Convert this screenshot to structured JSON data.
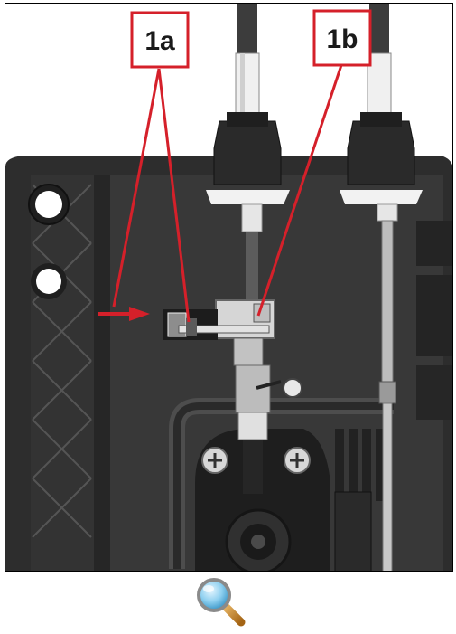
{
  "figure": {
    "callouts": [
      {
        "id": "1a",
        "label": "1a"
      },
      {
        "id": "1b",
        "label": "1b"
      }
    ]
  },
  "colors": {
    "callout": "#d5202a",
    "housing": "#2b2b2b",
    "housing_mid": "#4a4a4a",
    "panel": "#3a3a3a",
    "cable_light": "#e9e9e9",
    "bracket": "#bdbdbd"
  },
  "icons": {
    "zoom": "magnifier-icon"
  }
}
